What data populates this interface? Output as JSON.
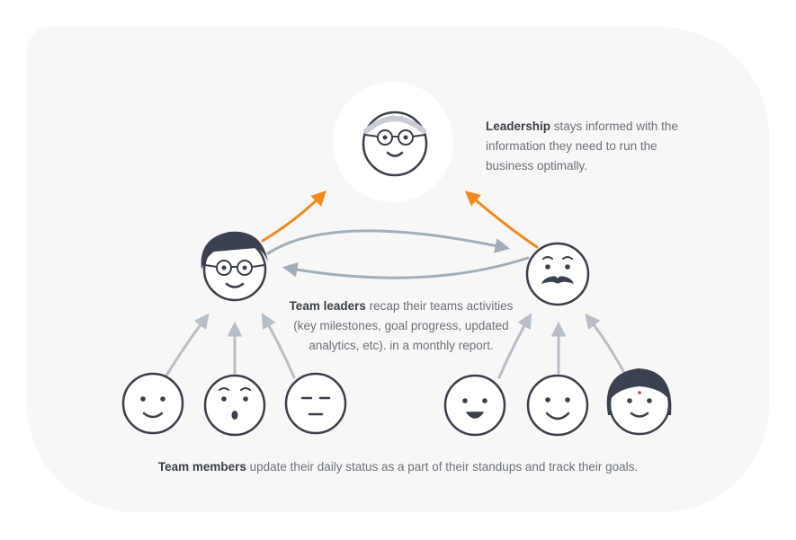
{
  "leadership": {
    "bold": "Leadership",
    "text": " stays informed with the information they need to run the business optimally."
  },
  "team_leaders": {
    "bold": "Team leaders",
    "text": " recap their teams activities (key milestones, goal progress, updated analytics, etc). in a monthly report."
  },
  "team_members": {
    "bold": "Team members",
    "text": " update their daily status as a part of their standups and track their goals."
  },
  "colors": {
    "card": "#f7f7f7",
    "face_stroke": "#3a3f4a",
    "hair": "#3b4150",
    "arrow_gray": "#b8bec5",
    "arrow_slate": "#a3adb8",
    "arrow_orange": "#f5891f",
    "text": "#6b7079",
    "text_bold": "#3a3f47",
    "bindi": "#e03a2a"
  }
}
